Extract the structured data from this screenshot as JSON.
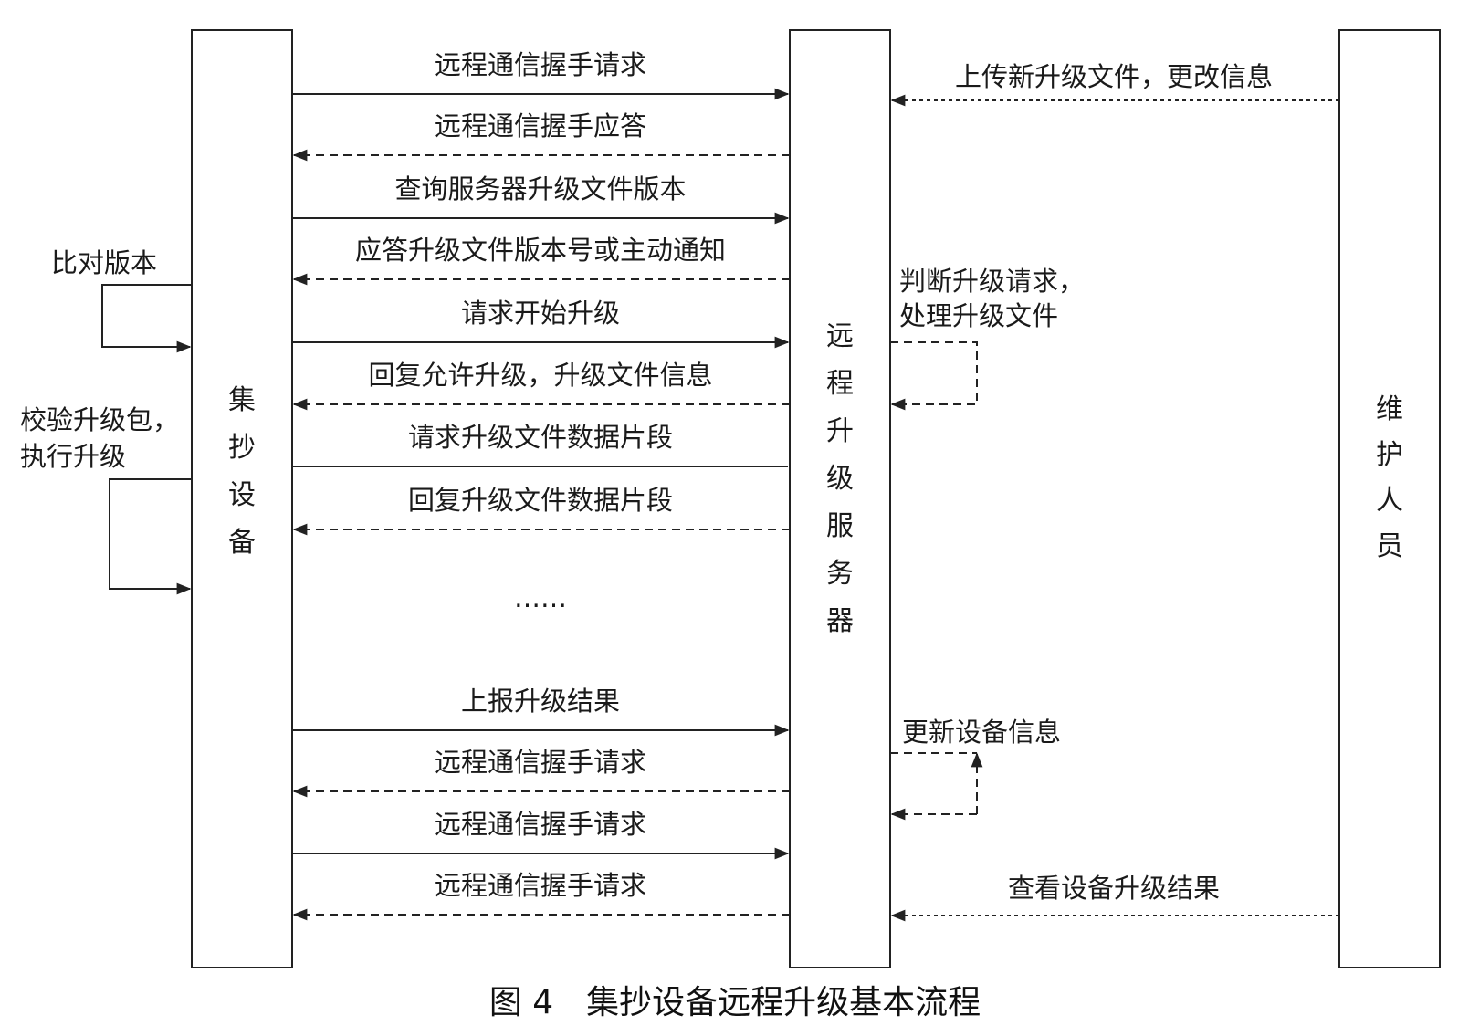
{
  "participants": {
    "collector": "集抄设备",
    "server": "远程升级服务器",
    "maintainer": "维护人员"
  },
  "messages": [
    {
      "label": "远程通信握手请求",
      "dir": "right",
      "style": "solid"
    },
    {
      "label": "远程通信握手应答",
      "dir": "left",
      "style": "dashed"
    },
    {
      "label": "查询服务器升级文件版本",
      "dir": "right",
      "style": "solid"
    },
    {
      "label": "应答升级文件版本号或主动通知",
      "dir": "left",
      "style": "dashed"
    },
    {
      "label": "请求开始升级",
      "dir": "right",
      "style": "solid"
    },
    {
      "label": "回复允许升级，升级文件信息",
      "dir": "left",
      "style": "dashed"
    },
    {
      "label": "请求升级文件数据片段",
      "dir": "right",
      "style": "solid"
    },
    {
      "label": "回复升级文件数据片段",
      "dir": "left",
      "style": "dashed"
    },
    {
      "label": "上报升级结果",
      "dir": "right",
      "style": "solid"
    },
    {
      "label": "远程通信握手请求",
      "dir": "left",
      "style": "dashed"
    },
    {
      "label": "远程通信握手请求",
      "dir": "right",
      "style": "solid"
    },
    {
      "label": "远程通信握手请求",
      "dir": "left",
      "style": "dashed"
    }
  ],
  "ellipsis": "……",
  "maintainer_messages": {
    "upload": "上传新升级文件，更改信息",
    "check": "查看设备升级结果"
  },
  "self_loops": {
    "compare": "比对版本",
    "verify_line1": "校验升级包，",
    "verify_line2": "执行升级",
    "judge_line1": "判断升级请求，",
    "judge_line2": "处理升级文件",
    "update": "更新设备信息"
  },
  "caption": "图 4　集抄设备远程升级基本流程"
}
